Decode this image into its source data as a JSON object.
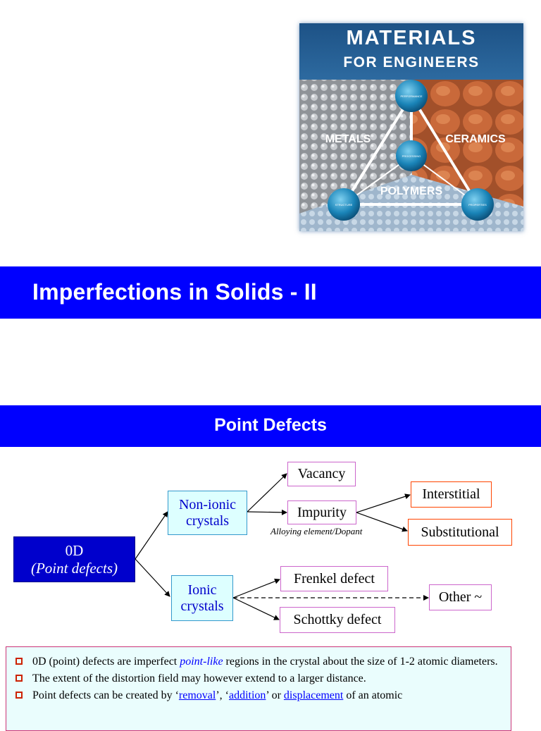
{
  "cover": {
    "title_line1": "MATERIALS",
    "title_line2": "FOR ENGINEERS",
    "metals": "METALS",
    "ceramics": "CERAMICS",
    "polymers": "POLYMERS",
    "node_performance": "PERFORMANCE",
    "node_processing": "PROCESSING",
    "node_structure": "STRUCTURE",
    "node_properties": "PROPERTIES"
  },
  "slide1": {
    "title": "Imperfections in Solids - II"
  },
  "slide2": {
    "title": "Point Defects",
    "diagram": {
      "root_line1": "0D",
      "root_line2": "(Point defects)",
      "nonionic_line1": "Non-ionic",
      "nonionic_line2": "crystals",
      "ionic_line1": "Ionic",
      "ionic_line2": "crystals",
      "vacancy": "Vacancy",
      "impurity": "Impurity",
      "impurity_caption": "Alloying element/Dopant",
      "interstitial": "Interstitial",
      "substitutional": "Substitutional",
      "frenkel": "Frenkel defect",
      "schottky": "Schottky defect",
      "other": "Other ~"
    },
    "notes": {
      "n1_pre": "0D (point) defects are imperfect ",
      "n1_em": "point-like",
      "n1_post": " regions in the crystal about the size of 1-2 atomic diameters.",
      "n2": "The extent of the distortion field may however extend to a larger distance.",
      "n3_pre": "Point defects can be created by ‘",
      "n3_removal": "removal",
      "n3_mid1": "’, ‘",
      "n3_addition": "addition",
      "n3_mid2": "’ or ",
      "n3_displacement": "displacement",
      "n3_post": " of an atomic"
    }
  },
  "colors": {
    "banner": "#0000ff",
    "root_box": "#0000cc",
    "link_blue": "#0000ff",
    "cover_bg": "#1a4d80"
  }
}
